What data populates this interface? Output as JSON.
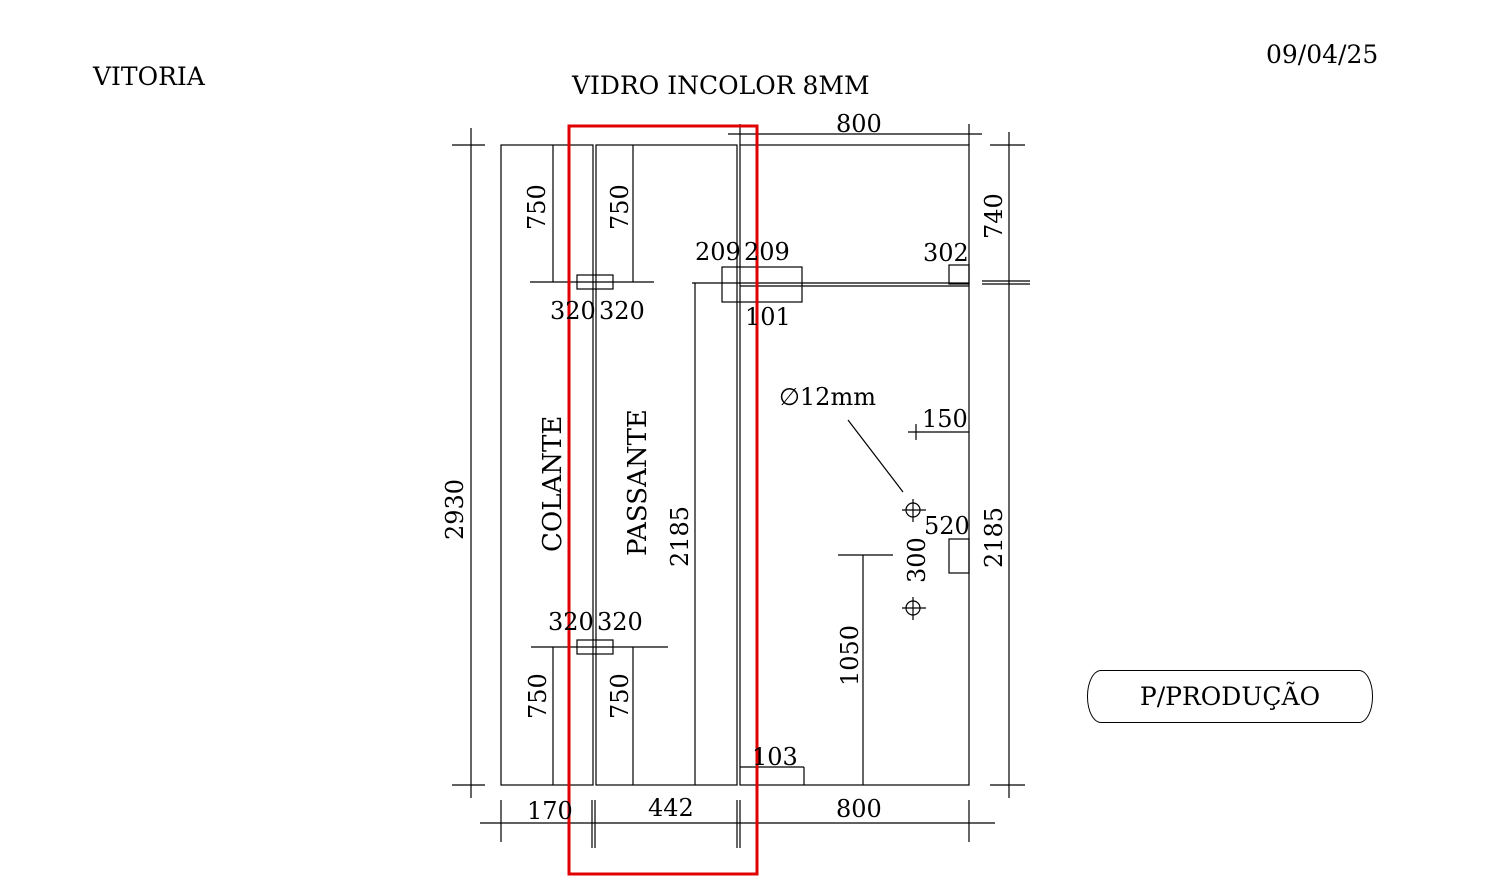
{
  "header": {
    "client": "VITORIA",
    "material": "VIDRO INCOLOR 8MM",
    "date": "09/04/25"
  },
  "badge": {
    "label": "P/PRODUÇÃO"
  },
  "panels": {
    "left": "COLANTE",
    "middle": "PASSANTE"
  },
  "dimensions": {
    "top_width": "800",
    "total_height": "2930",
    "right_top": "740",
    "right_bottom": "2185",
    "left_top_a": "750",
    "left_top_b": "750",
    "left_bottom_a": "750",
    "left_bottom_b": "750",
    "hinge_top_l": "320",
    "hinge_top_r": "320",
    "hinge_bottom_l": "320",
    "hinge_bottom_r": "320",
    "handle_l": "209",
    "handle_r": "209",
    "handle_below": "101",
    "corner_top": "302",
    "middle_height": "2185",
    "hole_label": "∅12mm",
    "hole_offset": "150",
    "notch_height": "520",
    "hole_spacing": "300",
    "handle_height": "1050",
    "bottom_notch": "103",
    "bottom_left": "170",
    "bottom_middle": "442",
    "bottom_right": "800"
  },
  "colors": {
    "line": "#000000",
    "highlight": "#e00000"
  }
}
